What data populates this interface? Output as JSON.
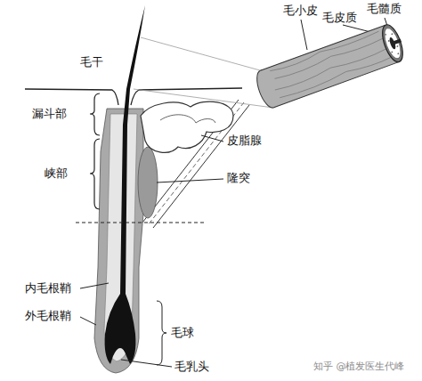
{
  "diagram": {
    "labels": [
      "毛小皮",
      "毛皮质",
      "毛髓质",
      "毛干",
      "漏斗部",
      "皮脂腺",
      "峡部",
      "隆突",
      "内毛根鞘",
      "外毛根鞘",
      "毛球",
      "毛乳头",
      "知乎 @植发医生代峰"
    ]
  }
}
